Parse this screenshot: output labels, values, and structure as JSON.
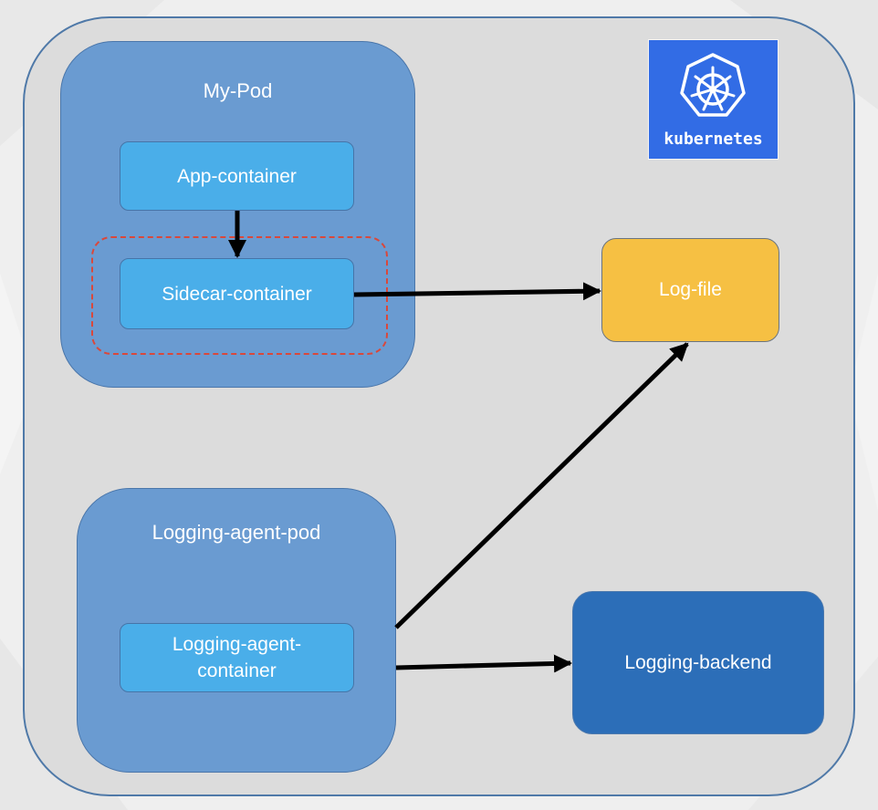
{
  "diagram": {
    "my_pod": {
      "title": "My-Pod",
      "app_container": "App-container",
      "sidecar_container": "Sidecar-container"
    },
    "log_file": "Log-file",
    "logging_agent_pod": {
      "title": "Logging-agent-pod",
      "container_line1": "Logging-agent-",
      "container_line2": "container"
    },
    "logging_backend": "Logging-backend",
    "logo": {
      "wordmark": "kubernetes",
      "icon": "kubernetes-helm-wheel-icon"
    },
    "colors": {
      "cluster_bg": "#dcdcdc",
      "pod_bg": "#6a9bd1",
      "container_bg": "#4aaee9",
      "log_file_bg": "#f6c043",
      "backend_bg": "#2c6eb8",
      "logo_bg": "#326ce5",
      "sidecar_outline": "#d9483b"
    }
  }
}
